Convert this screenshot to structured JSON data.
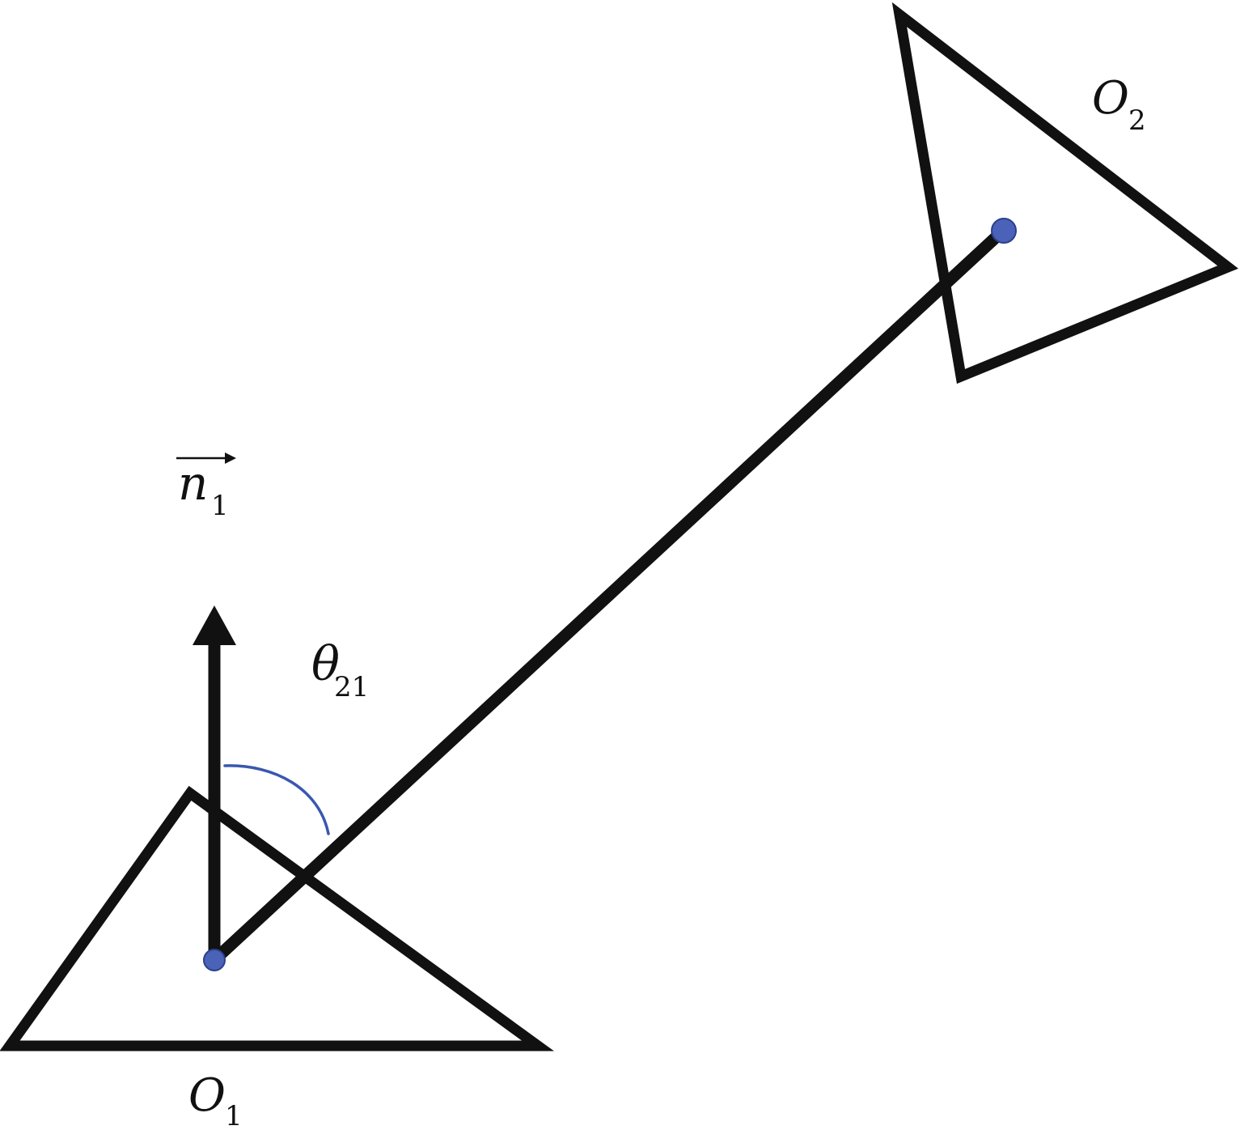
{
  "labels": {
    "o1": {
      "main": "O",
      "sub": "1"
    },
    "o2": {
      "main": "O",
      "sub": "2"
    },
    "n1": {
      "main": "n",
      "sub": "1"
    },
    "theta": {
      "main": "θ",
      "sub": "21"
    }
  },
  "colors": {
    "stroke": "#111111",
    "node": "#4a62b8",
    "node_edge": "#2c3f8a",
    "arc": "#3a57b0"
  }
}
